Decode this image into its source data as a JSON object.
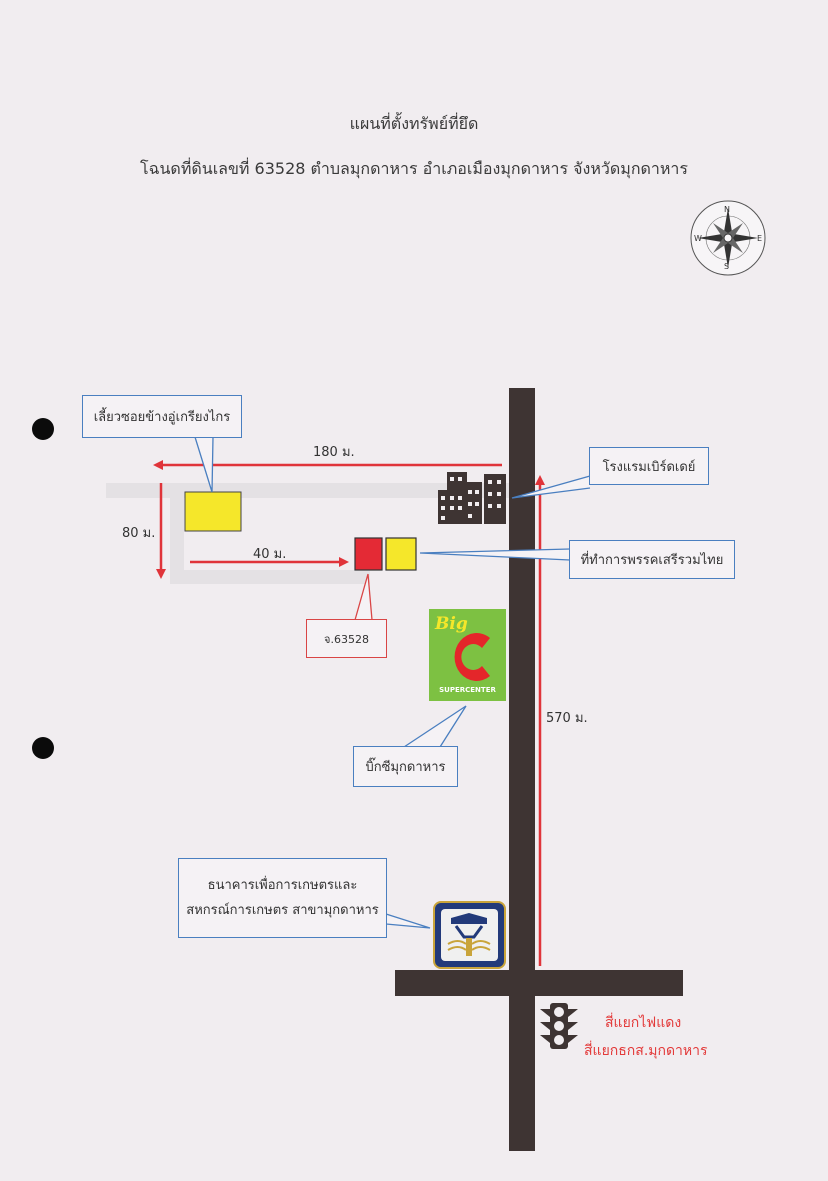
{
  "header": {
    "title": "แผนที่ตั้งทรัพย์ที่ยึด",
    "subtitle": "โฉนดที่ดินเลขที่ 63528 ตำบลมุกดาหาร อำเภอเมืองมุกดาหาร จังหวัดมุกดาหาร"
  },
  "compass": {
    "n": "N",
    "s": "S",
    "e": "E",
    "w": "W"
  },
  "distances": {
    "top": "180 ม.",
    "left": "80 ม.",
    "mid": "40 ม.",
    "right": "570 ม."
  },
  "callouts": {
    "turn_soi": "เลี้ยวซอยข้างอู่เกรียงไกร",
    "hotel": "โรงแรมเบิร์ดเดย์",
    "party_office": "ที่ทำการพรรคเสรีรวมไทย",
    "deed": "จ.63528",
    "bigc_branch": "บิ๊กซีมุกดาหาร",
    "bank_line1": "ธนาคารเพื่อการเกษตรและ",
    "bank_line2": "สหกรณ์การเกษตร สาขามุกดาหาร"
  },
  "bigc": {
    "line1": "Big",
    "letter": "C",
    "line2": "SUPERCENTER"
  },
  "junction": {
    "line1": "สี่แยกไฟแดง",
    "line2": "สี่แยกธกส.มุกดาหาร"
  },
  "colors": {
    "road": "#3e3433",
    "arrow": "#e0343a",
    "callout_border": "#4a7fc0",
    "yellow": "#f5e72a",
    "target": "#e42a35",
    "bigc_green": "#7dc142"
  }
}
